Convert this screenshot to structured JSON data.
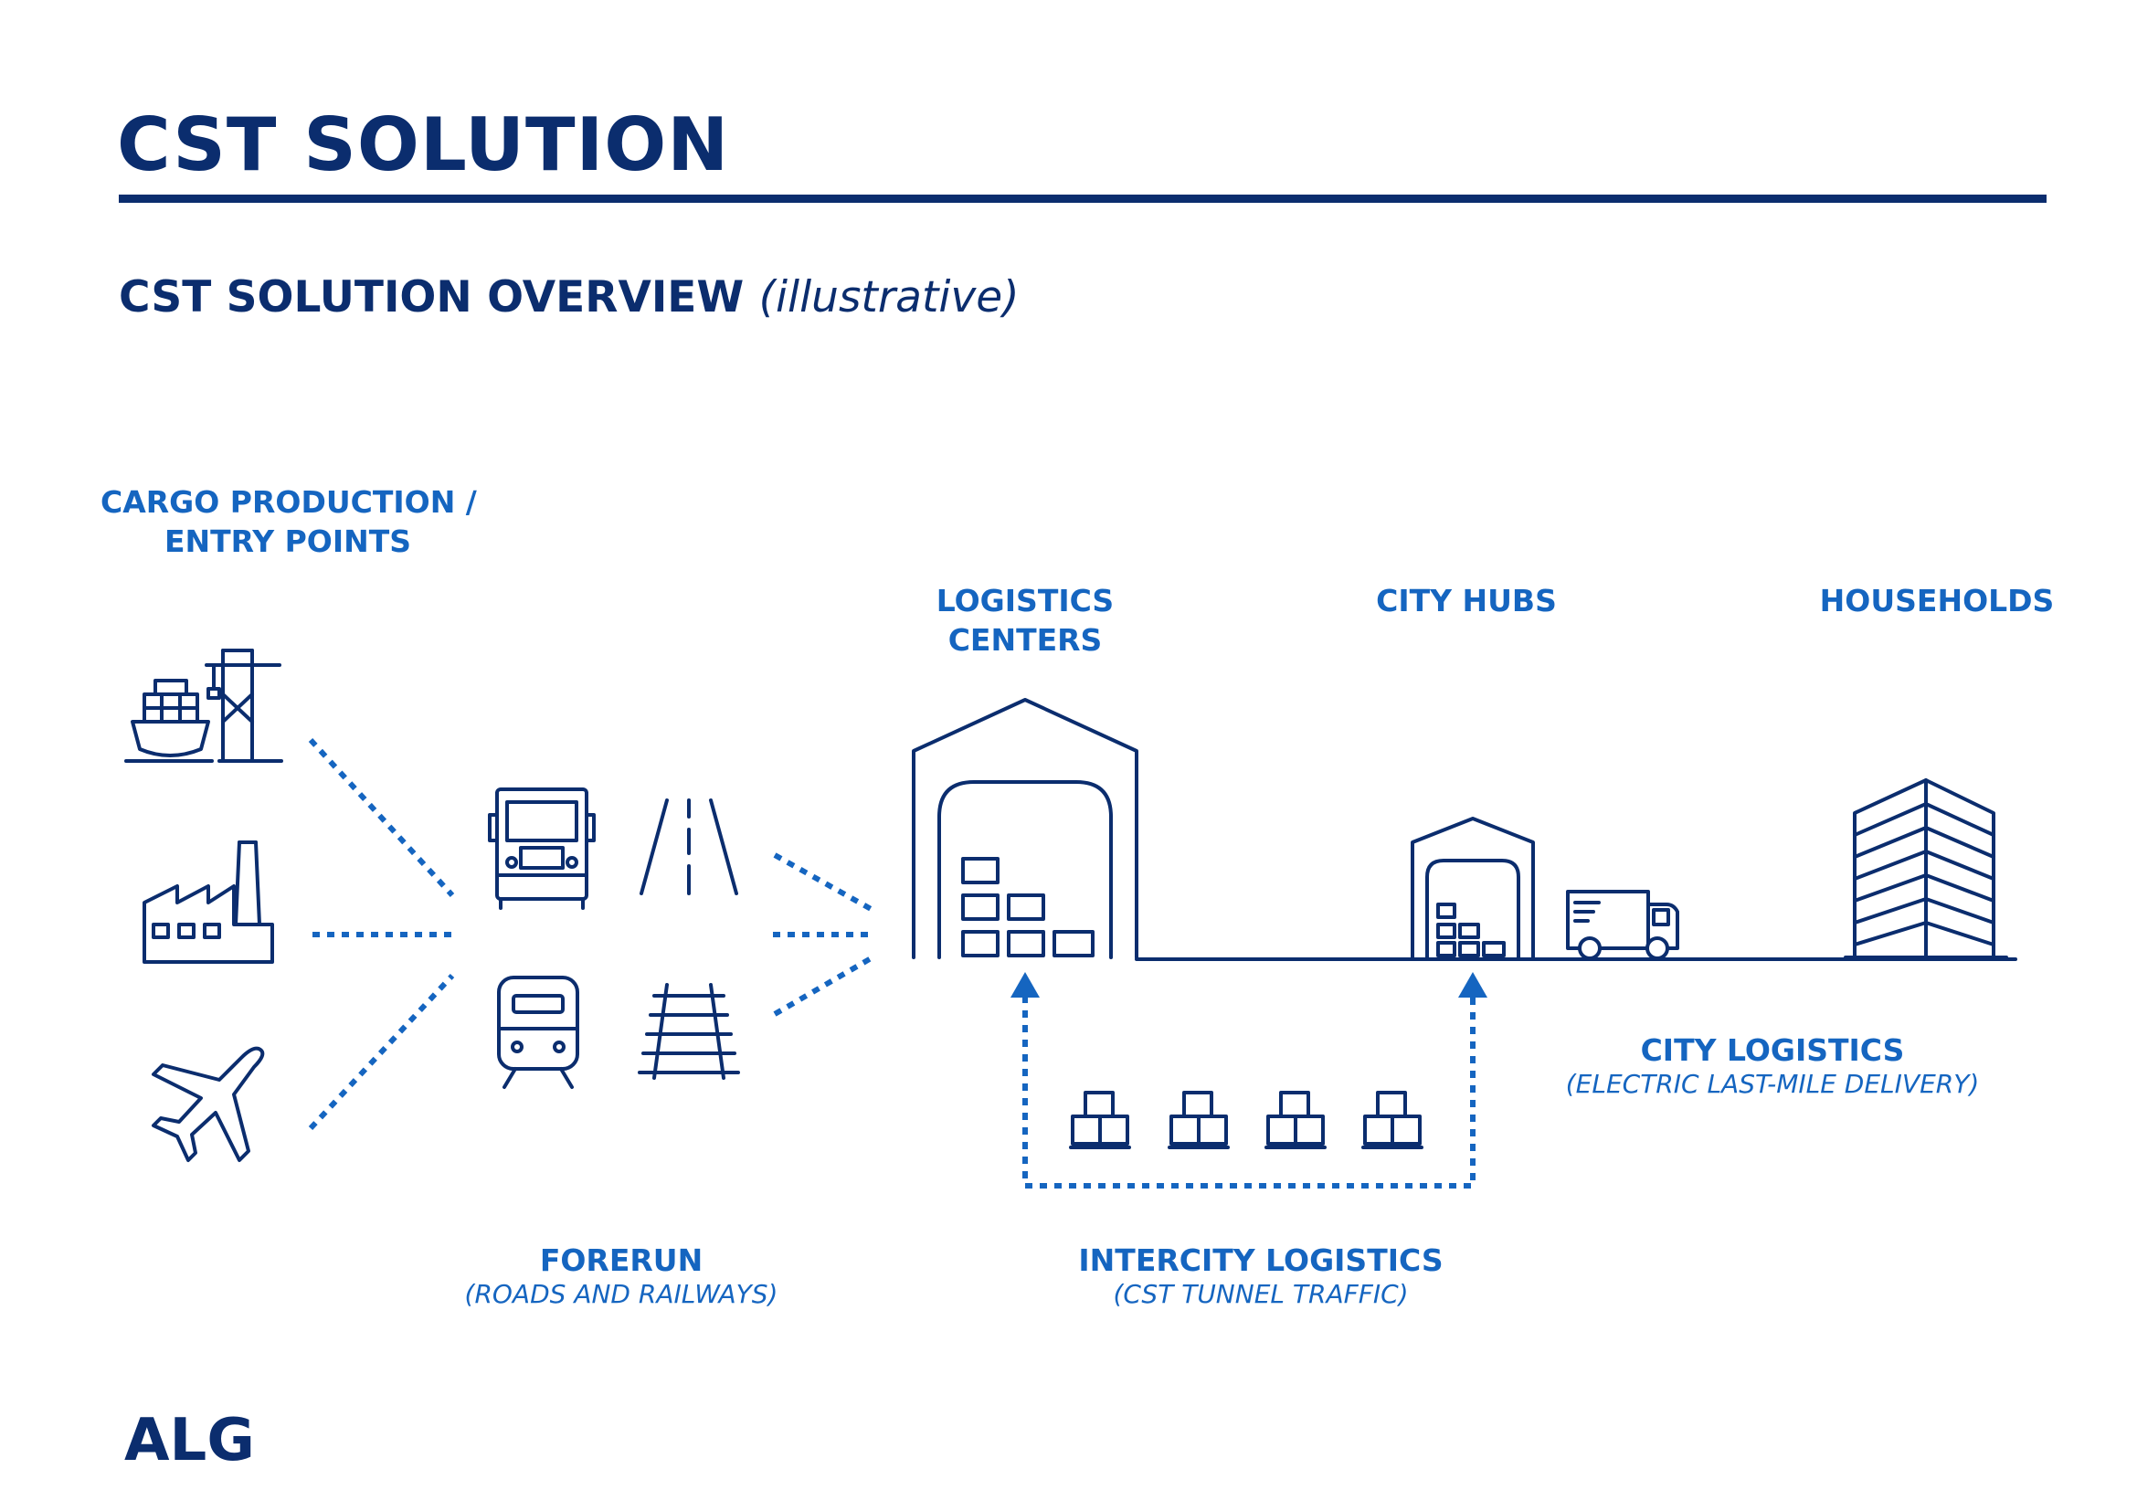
{
  "header": {
    "title": "CST SOLUTION",
    "subtitle": "CST SOLUTION OVERVIEW",
    "subtitle_note": "(illustrative)"
  },
  "labels": {
    "entry_points_line1": "CARGO PRODUCTION /",
    "entry_points_line2": "ENTRY POINTS",
    "logistics_centers_line1": "LOGISTICS",
    "logistics_centers_line2": "CENTERS",
    "city_hubs": "CITY HUBS",
    "households": "HOUSEHOLDS",
    "city_logistics": "CITY LOGISTICS",
    "city_logistics_sub": "(ELECTRIC LAST-MILE DELIVERY)",
    "forerun": "FORERUN",
    "forerun_sub": "(ROADS AND RAILWAYS)",
    "intercity": "INTERCITY LOGISTICS",
    "intercity_sub": "(CST TUNNEL TRAFFIC)"
  },
  "footer": {
    "logo": "ALG"
  },
  "icons": [
    "ship-icon",
    "crane-icon",
    "factory-icon",
    "airplane-icon",
    "truck-icon",
    "road-icon",
    "train-icon",
    "railway-icon",
    "warehouse-icon",
    "city-hub-icon",
    "delivery-van-icon",
    "building-icon",
    "pallet-icon"
  ],
  "colors": {
    "navy": "#0b2d6e",
    "accent_blue": "#1565c0"
  }
}
